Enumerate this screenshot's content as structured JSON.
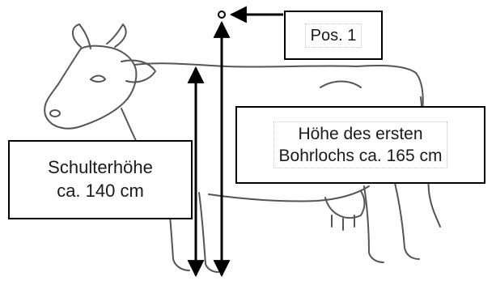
{
  "labels": {
    "position": "Pos. 1",
    "drill_height_line1": "Höhe des ersten",
    "drill_height_line2": "Bohrlochs ca. 165 cm",
    "shoulder_height_line1": "Schulterhöhe",
    "shoulder_height_line2": "ca. 140 cm"
  },
  "colors": {
    "ink": "#000000",
    "sketch": "#555555",
    "background": "#ffffff"
  }
}
